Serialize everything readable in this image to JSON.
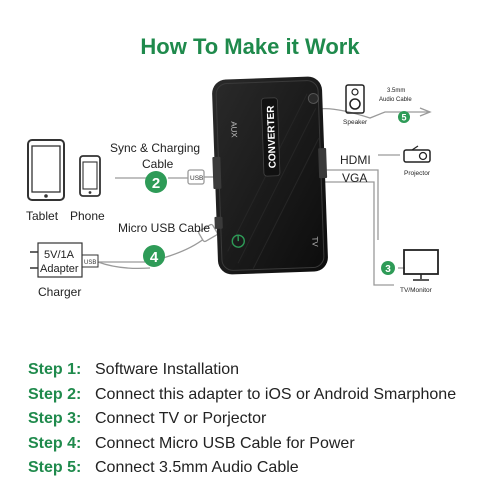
{
  "title": "How To Make it Work",
  "diagram": {
    "device_label": "CONVERTER",
    "port_aux": "AUX",
    "port_tv": "TV",
    "sync_label_1": "Sync & Charging",
    "sync_label_2": "Cable",
    "usb_tag": "USB",
    "micro_usb_label": "Micro USB Cable",
    "tablet_label": "Tablet",
    "phone_label": "Phone",
    "adapter_line_1": "5V/1A",
    "adapter_line_2": "Adapter",
    "charger_label": "Charger",
    "hdmi_label": "HDMI",
    "vga_label": "VGA",
    "speaker_label": "Speaker",
    "audio_cable_1": "3.5mm",
    "audio_cable_2": "Audio Cable",
    "projector_label": "Projector",
    "tv_monitor_label": "TV/Monitor",
    "badge_2": "2",
    "badge_3": "3",
    "badge_4": "4",
    "badge_5": "5"
  },
  "steps": [
    {
      "label": "Step 1:",
      "text": "Software Installation"
    },
    {
      "label": "Step 2:",
      "text": "Connect this adapter to iOS or Android Smarphone"
    },
    {
      "label": "Step 3:",
      "text": "Connect TV or Porjector"
    },
    {
      "label": "Step 4:",
      "text": "Connect Micro USB Cable for Power"
    },
    {
      "label": "Step 5:",
      "text": "Connect 3.5mm Audio Cable"
    }
  ],
  "colors": {
    "accent": "#1f8a4c",
    "device": "#1a1a1a",
    "badge": "#2e9b57"
  }
}
